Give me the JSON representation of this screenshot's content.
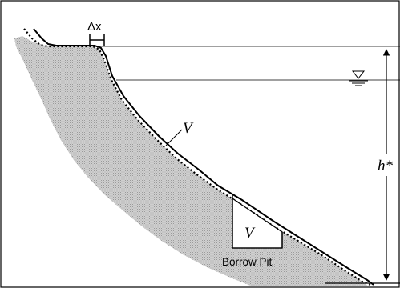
{
  "labels": {
    "delta_x": "Δx",
    "volume_upper": "V",
    "volume_pit": "V",
    "borrow_pit": "Borrow Pit",
    "depth": "h*",
    "water_level_symbol": "▽"
  },
  "colors": {
    "sand_fill": "#c8c8c8",
    "line": "#000000",
    "background": "#ffffff"
  },
  "icons": {
    "water_level": "water-level-triangle-icon"
  }
}
